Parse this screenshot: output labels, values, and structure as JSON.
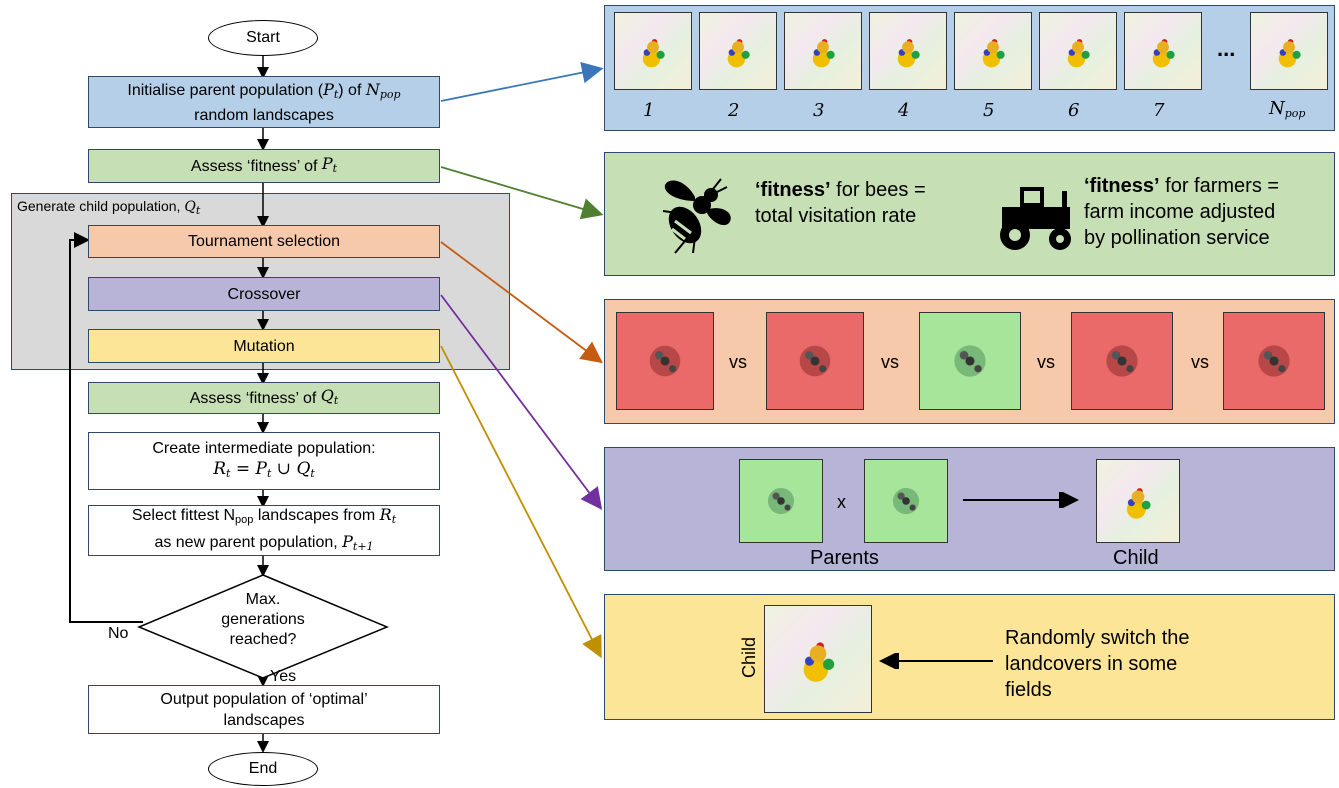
{
  "flow": {
    "start": "Start",
    "init_line1_pre": "Initialise parent population (",
    "init_line1_post": ") of",
    "init_line2": "random landscapes",
    "assess_pt_pre": "Assess ‘fitness’ of",
    "gen_child_label": "Generate child population,",
    "tournament": "Tournament selection",
    "crossover": "Crossover",
    "mutation": "Mutation",
    "assess_qt_pre": "Assess ‘fitness’ of",
    "intermediate_line1": "Create intermediate population:",
    "select_line1_pre": "Select fittest N",
    "select_line1_sub": "pop",
    "select_line1_post": " landscapes from",
    "select_line2_pre": "as new parent population,",
    "decision_line1": "Max.",
    "decision_line2": "generations",
    "decision_line3": "reached?",
    "no_label": "No",
    "yes_label": "Yes",
    "output_line1": "Output population of ‘optimal’",
    "output_line2": "landscapes",
    "end": "End"
  },
  "math": {
    "P": "P",
    "Q": "Q",
    "R": "R",
    "N": "N",
    "t": "t",
    "t1": "t+1",
    "pop": "pop",
    "union_eq": "R",
    "eq": " = ",
    "cup": " ∪ "
  },
  "population_panel": {
    "labels": [
      "1",
      "2",
      "3",
      "4",
      "5",
      "6",
      "7"
    ],
    "ellipsis": "...",
    "last_N": "N",
    "last_sub": "pop"
  },
  "fitness_panel": {
    "bees_bold": "‘fitness’",
    "bees_rest": " for bees =",
    "bees_line2": "total visitation rate",
    "farmers_bold": "‘fitness’",
    "farmers_rest": " for farmers =",
    "farmers_line2": "farm income adjusted",
    "farmers_line3": "by pollination service"
  },
  "tournament_panel": {
    "vs": [
      "vs",
      "vs",
      "vs",
      "vs"
    ]
  },
  "crossover_panel": {
    "x": "x",
    "parents": "Parents",
    "child": "Child"
  },
  "mutation_panel": {
    "child": "Child",
    "line1": "Randomly switch the",
    "line2": "landcovers in some",
    "line3": "fields"
  },
  "colors": {
    "blue": "#b4cfe7",
    "green": "#c6dfb4",
    "orange": "#f6c9ab",
    "purple": "#b8b4d8",
    "yellow": "#fde598",
    "arrow_blue": "#3a76b8",
    "arrow_green": "#4f7f31",
    "arrow_orange": "#c55a11",
    "arrow_purple": "#7030a0",
    "arrow_yellow": "#bf9000"
  }
}
